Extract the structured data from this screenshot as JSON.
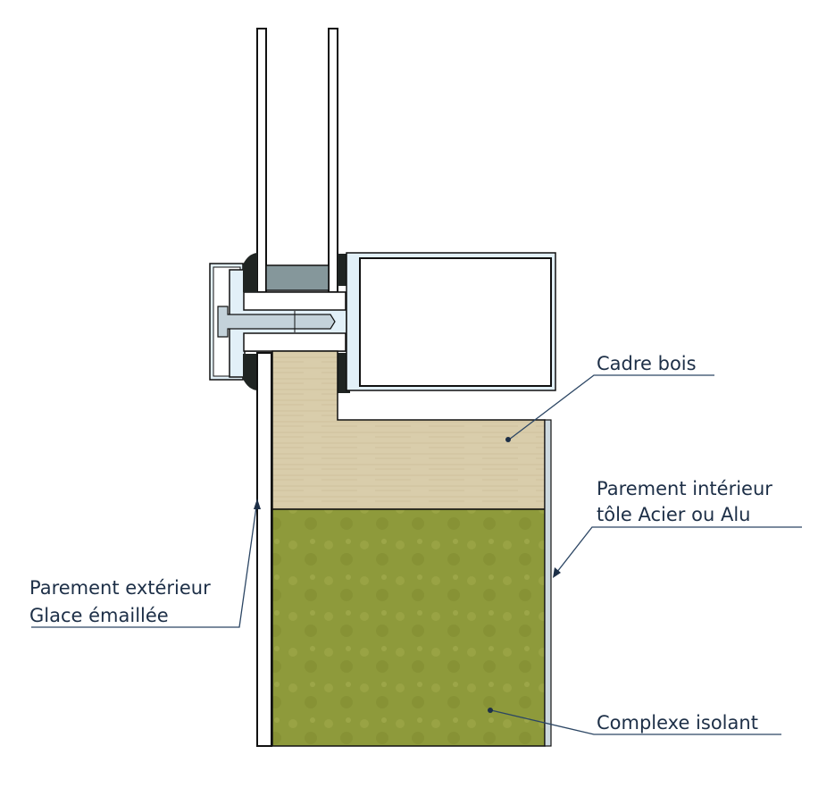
{
  "labels": {
    "wood_frame": "Cadre bois",
    "interior_facing_1": "Parement intérieur",
    "interior_facing_2": "tôle Acier ou Alu",
    "exterior_facing_1": "Parement extérieur",
    "exterior_facing_2": "Glace émaillée",
    "insulation": "Complexe isolant"
  },
  "colors": {
    "text": "#1d2f47",
    "wood": "#d9cdab",
    "insulation": "#8e9a3b",
    "aluminum": "#e2f0f8",
    "spacer": "#85979b",
    "gasket": "#1f2422"
  }
}
